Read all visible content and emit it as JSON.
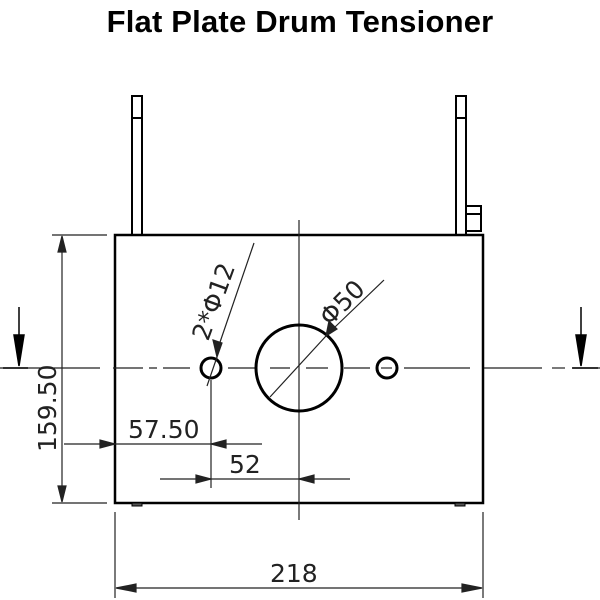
{
  "title": "Flat Plate Drum Tensioner",
  "drawing": {
    "view": "front",
    "line_color": "#000000",
    "dim_color": "#2a2a2a",
    "dimensions": {
      "overall_width": "218",
      "overall_height": "159.50",
      "small_hole_callout": "2*Φ12",
      "large_hole_callout": "Φ50",
      "small_hole_offset_from_left": "57.50",
      "small_hole_to_center": "52"
    },
    "features": [
      {
        "name": "large-center-hole",
        "diameter": "50"
      },
      {
        "name": "small-hole-left",
        "diameter": "12"
      },
      {
        "name": "small-hole-right",
        "diameter": "12"
      },
      {
        "name": "left-vertical-post"
      },
      {
        "name": "right-vertical-post"
      },
      {
        "name": "right-post-bracket"
      },
      {
        "name": "section-arrow-left"
      },
      {
        "name": "section-arrow-right"
      }
    ]
  }
}
